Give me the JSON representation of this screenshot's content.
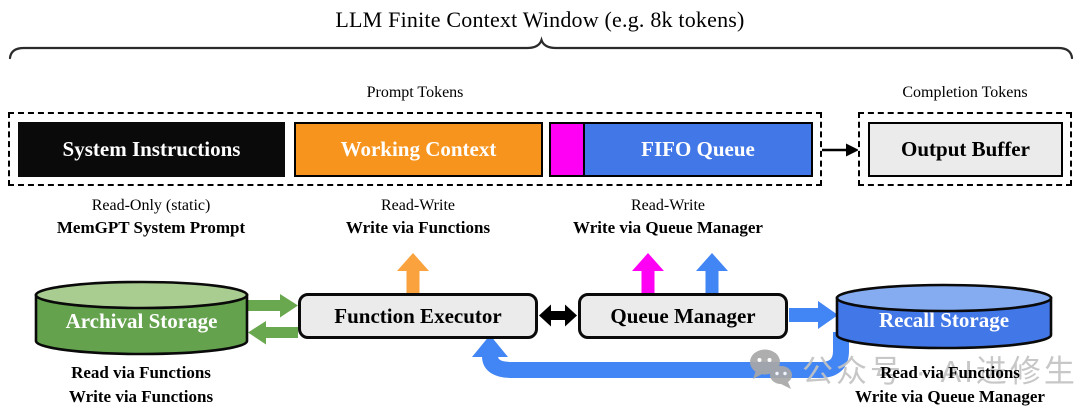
{
  "title": "LLM Finite Context Window (e.g. 8k tokens)",
  "labels": {
    "prompt_tokens": "Prompt Tokens",
    "completion_tokens": "Completion Tokens"
  },
  "context_window": {
    "system_instructions": "System Instructions",
    "working_context": "Working Context",
    "fifo_queue": "FIFO Queue",
    "output_buffer": "Output Buffer"
  },
  "annotations": [
    {
      "line1": "Read-Only (static)",
      "line2": "MemGPT System Prompt"
    },
    {
      "line1": "Read-Write",
      "line2": "Write via Functions"
    },
    {
      "line1": "Read-Write",
      "line2": "Write via Queue Manager"
    }
  ],
  "nodes": {
    "archival_storage": "Archival Storage",
    "function_executor": "Function Executor",
    "queue_manager": "Queue Manager",
    "recall_storage": "Recall Storage"
  },
  "storage_notes": {
    "archival": {
      "line1": "Read via Functions",
      "line2": "Write via Functions"
    },
    "recall": {
      "line1": "Read via Functions",
      "line2": "Write via Queue Manager"
    }
  },
  "watermark": {
    "icon": "wechat-icon",
    "text": "公众号 · AI进修生"
  },
  "colors": {
    "orange": "#F7941E",
    "orange-arrow": "#F9A23E",
    "magenta": "#FF00F4",
    "blue-arrow": "#4285F4",
    "blue-body": "#4277E8",
    "blue-top": "#85ABF0",
    "green-arrow": "#6AA84F",
    "green-body": "#64A24E",
    "green-top": "#A9CC90",
    "box-gray": "#EBEBEB",
    "watermark-gray": "#C3C3C3",
    "watermark-icon": "#A8A8A8"
  }
}
